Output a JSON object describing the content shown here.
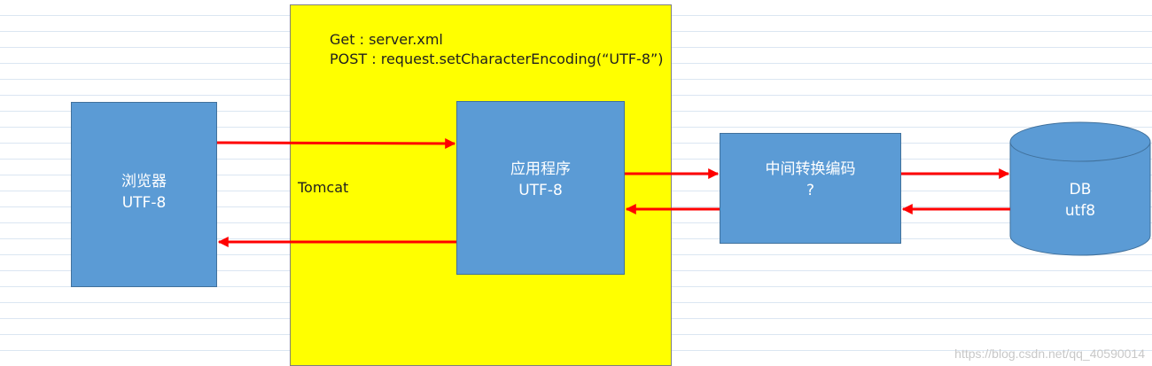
{
  "container": {
    "label": "Tomcat",
    "notes": [
      "Get : server.xml",
      "POST : request.setCharacterEncoding(“UTF-8”)"
    ]
  },
  "nodes": {
    "browser": {
      "line1": "浏览器",
      "line2": "UTF-8"
    },
    "app": {
      "line1": "应用程序",
      "line2": "UTF-8"
    },
    "converter": {
      "line1": "中间转换编码",
      "line2": "?"
    },
    "db": {
      "line1": "DB",
      "line2": "utf8"
    }
  },
  "colors": {
    "container_fill": "#ffff00",
    "box_fill": "#5b9bd5",
    "arrow": "#ff0000"
  },
  "watermark": "https://blog.csdn.net/qq_40590014"
}
